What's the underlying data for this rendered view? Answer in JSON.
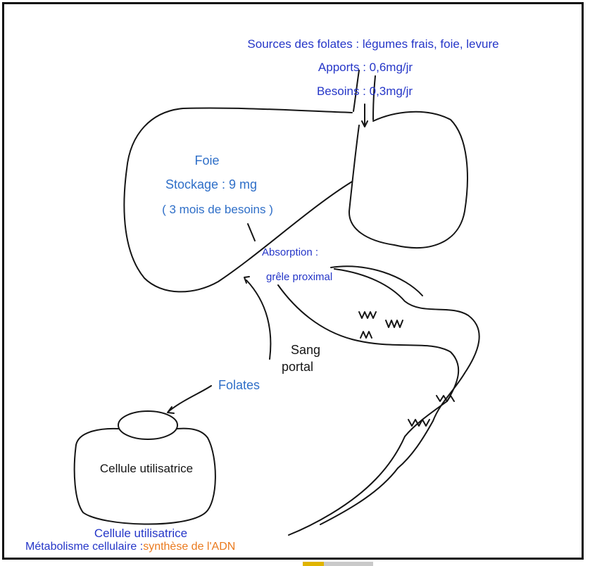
{
  "sources": {
    "line1": "Sources des folates : légumes frais, foie, levure",
    "line2": "Apports : 0,6mg/jr",
    "line3": "Besoins : 0,3mg/jr"
  },
  "foie": {
    "title": "Foie",
    "stockage": "Stockage : 9 mg",
    "duree": "( 3 mois de besoins )"
  },
  "absorption": {
    "line1": "Absorption :",
    "line2": "grêle proximal"
  },
  "sang_portal": {
    "line1": "Sang",
    "line2": "portal"
  },
  "folates": "Folates",
  "cell": {
    "inner_label": "Cellule utilisatrice",
    "caption": "Cellule utilisatrice",
    "metabolism_prefix": "Métabolisme cellulaire :",
    "metabolism_highlight": "synthèse de l'ADN"
  },
  "colors": {
    "text_blue": "#2536c8",
    "text_mid_blue": "#2f6fc8",
    "highlight_orange": "#ea7a1e",
    "line_ink": "#151515"
  }
}
